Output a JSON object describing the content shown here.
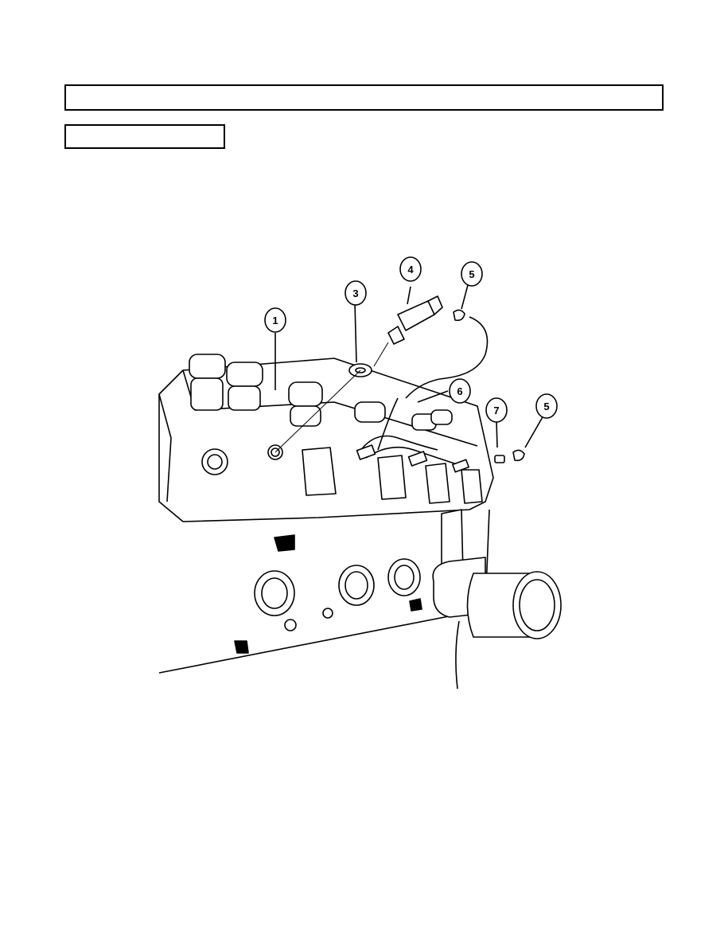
{
  "header": {
    "title": ""
  },
  "section": {
    "label": ""
  },
  "figure": {
    "callouts": [
      "1",
      "3",
      "4",
      "5",
      "6",
      "7",
      "5"
    ]
  }
}
